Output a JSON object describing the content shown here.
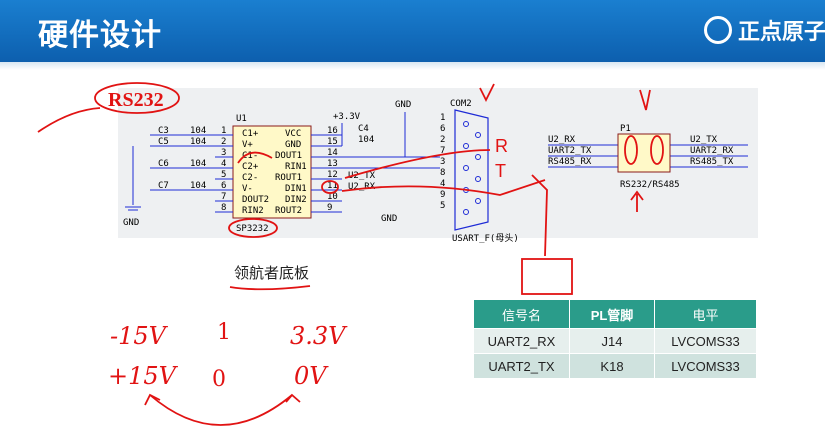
{
  "header": {
    "title": "硬件设计",
    "logo_text": "正点原子"
  },
  "schematic": {
    "annotation_rs232": "RS232",
    "u1_ref": "U1",
    "u1_part": "SP3232",
    "com_ref": "COM2",
    "com_label": "USART_F(母头)",
    "p1_ref": "P1",
    "p1_label": "RS232/RS485",
    "gnd": "GND",
    "vcc_label": "+3.3V",
    "c3": "C3",
    "c5": "C5",
    "c6": "C6",
    "c7": "C7",
    "c4": "C4",
    "cap_val": "104",
    "pins_left": [
      "C1+",
      "V+",
      "C1-",
      "C2+",
      "C2-",
      "V-",
      "DOUT2",
      "RIN2"
    ],
    "pins_right": [
      "VCC",
      "GND",
      "DOUT1",
      "RIN1",
      "ROUT1",
      "DIN1",
      "DIN2",
      "ROUT2"
    ],
    "nums_left": [
      "1",
      "2",
      "3",
      "4",
      "5",
      "6",
      "7",
      "8"
    ],
    "nums_right": [
      "16",
      "15",
      "14",
      "13",
      "12",
      "11",
      "10",
      "9"
    ],
    "net_u2rx": "U2_RX",
    "net_u2tx": "U2_TX",
    "uart2_tx": "UART2_TX",
    "uart2_rx": "UART2_RX",
    "rs485_rx": "RS485_RX",
    "rs485_tx": "RS485_TX",
    "hand_r": "R",
    "hand_t": "T"
  },
  "caption": "领航者底板",
  "table": {
    "headers": [
      "信号名",
      "PL管脚",
      "电平"
    ],
    "rows": [
      [
        "UART2_RX",
        "J14",
        "LVCOMS33"
      ],
      [
        "UART2_TX",
        "K18",
        "LVCOMS33"
      ]
    ]
  },
  "handwriting": {
    "neg15": "-15V",
    "one": "1",
    "v33": "3.3V",
    "pos15": "+15V",
    "zero": "0",
    "zero_v": "0V"
  }
}
